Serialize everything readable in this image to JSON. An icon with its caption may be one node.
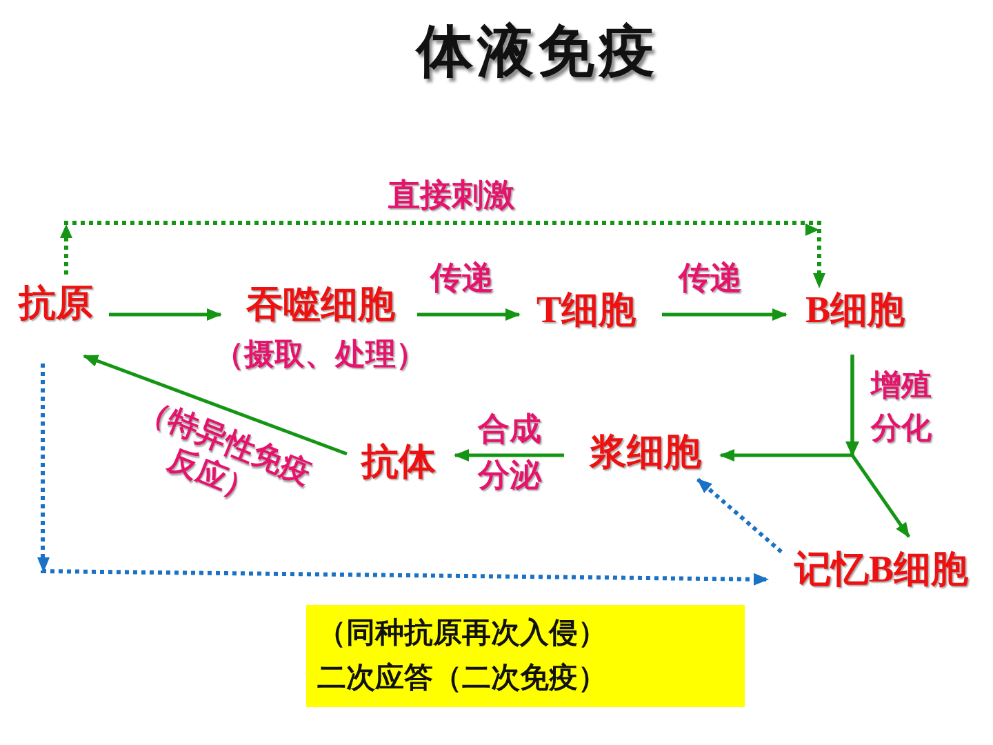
{
  "diagram": {
    "title": "体液免疫",
    "nodes": [
      {
        "text": [
          "抗原"
        ]
      },
      {
        "text": [
          "吞噬细胞"
        ],
        "beside": [
          "（摄取、处理）"
        ]
      },
      {
        "text": [
          "T细胞"
        ]
      },
      {
        "text": [
          "B细胞"
        ]
      },
      {
        "text": [
          "浆细胞"
        ]
      },
      {
        "text": [
          "抗体"
        ]
      },
      {
        "text": [
          "记忆B细胞"
        ]
      },
      {
        "text": [
          "（同种抗原再次入侵）",
          "二次应答（二次免疫）"
        ]
      }
    ],
    "edges": [
      {
        "from": 0,
        "to": 1,
        "arrow": "to"
      },
      {
        "from": 1,
        "to": 2,
        "arrow": "to",
        "label": "传递"
      },
      {
        "from": 2,
        "to": 3,
        "arrow": "to",
        "label": "传递"
      },
      {
        "from": 0,
        "to": 3,
        "arrow": "to",
        "label": "直接刺激",
        "style": "dashed"
      },
      {
        "from": 3,
        "to": 4,
        "arrow": "to",
        "label": "增殖分化"
      },
      {
        "from": 3,
        "to": 6,
        "arrow": "to"
      },
      {
        "from": 4,
        "to": 5,
        "arrow": "to",
        "label": "合成分泌"
      },
      {
        "from": 5,
        "to": 0,
        "arrow": "to",
        "label": "（特异性免疫反应）"
      },
      {
        "from": 6,
        "to": 4,
        "arrow": "to",
        "style": "dashed",
        "color": "#1b72c4"
      },
      {
        "from": 0,
        "to": 6,
        "arrow": "to",
        "style": "dashed",
        "color": "#1b72c4"
      }
    ]
  }
}
